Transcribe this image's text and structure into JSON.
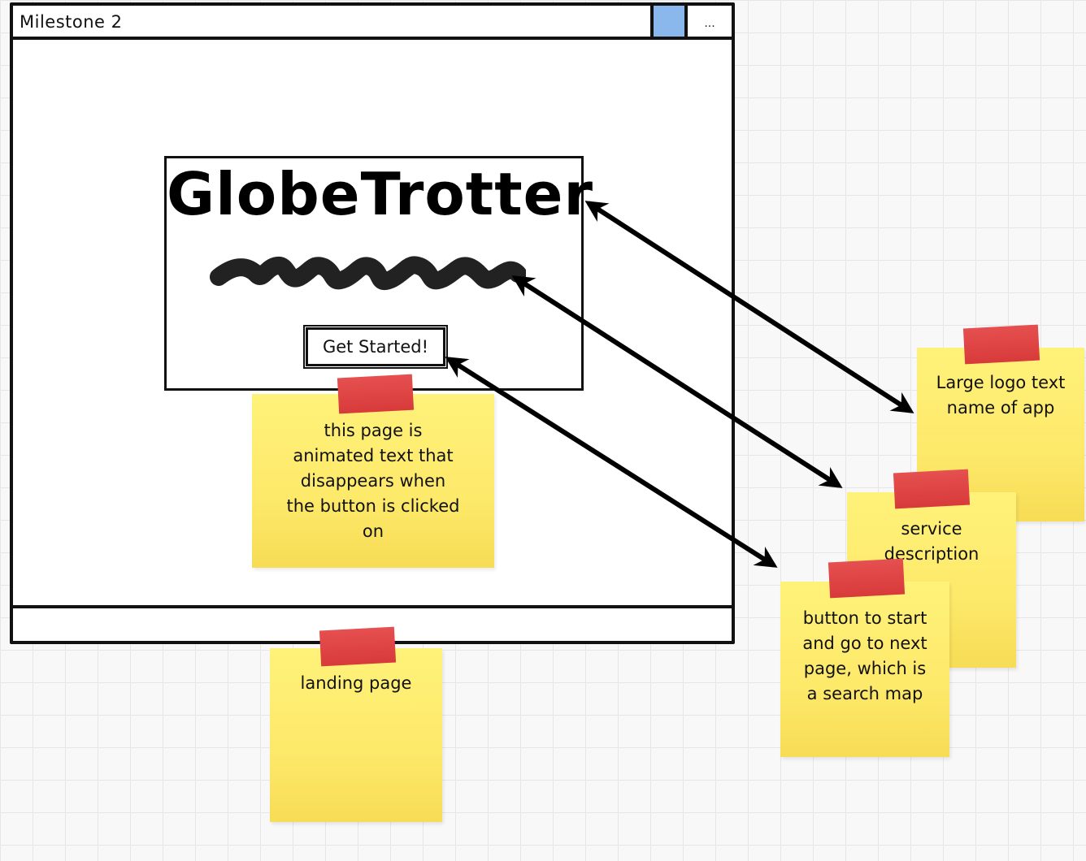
{
  "window": {
    "title": "Milestone 2",
    "more_label": "...",
    "accent_color": "#8bb8ec"
  },
  "landing": {
    "logo": "GlobeTrotter",
    "button_label": "Get Started!"
  },
  "notes": {
    "animated": "this page is animated text that disappears when the button is clicked on",
    "landing": "landing page",
    "logo": "Large logo text name of app",
    "service": "service description",
    "button": "button to start and go to next page, which is a search map"
  },
  "colors": {
    "sticky_note": "#fde96a",
    "tape": "#d83a3a"
  }
}
